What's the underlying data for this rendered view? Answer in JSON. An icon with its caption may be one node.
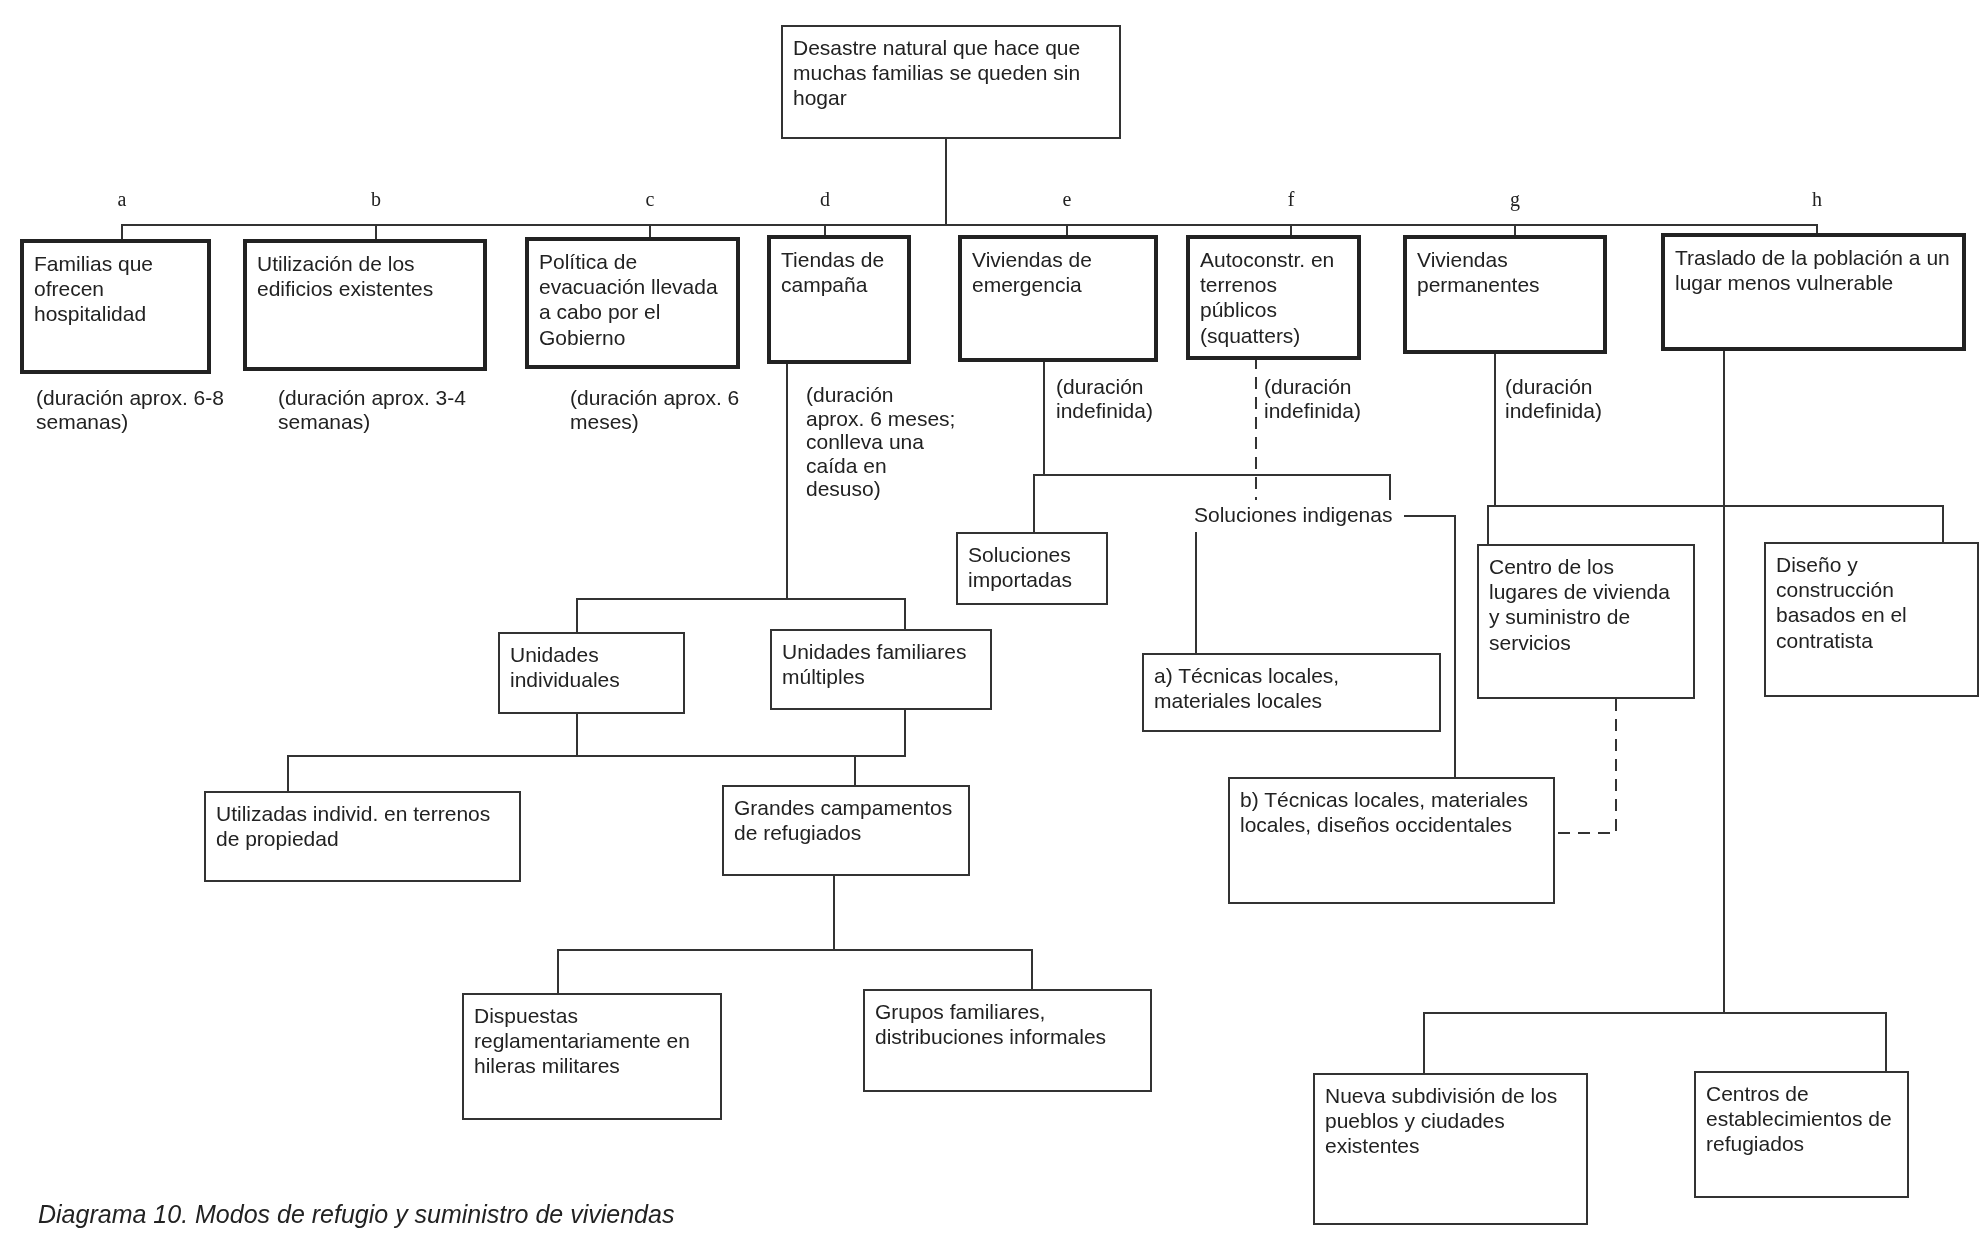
{
  "diagram": {
    "caption": "Diagrama 10. Modos de refugio y suministro de viviendas",
    "nodes": [
      {
        "text": [
          "Desastre natural que hace que muchas familias se queden sin hogar"
        ]
      },
      {
        "text": [
          "Familias que ofrecen hospitalidad"
        ],
        "beside": [
          "(duración aprox. 6-8 semanas)"
        ]
      },
      {
        "text": [
          "Utilización de los edificios existentes"
        ],
        "beside": [
          "(duración aprox. 3-4 semanas)"
        ]
      },
      {
        "text": [
          "Política de evacuación llevada a cabo por el Gobierno"
        ],
        "beside": [
          "(duración aprox. 6 meses)"
        ]
      },
      {
        "text": [
          "Tiendas de campaña"
        ],
        "beside": [
          "(duración aprox. 6 meses; conlleva una caída en desuso)"
        ]
      },
      {
        "text": [
          "Viviendas de emergencia"
        ],
        "beside": [
          "(duración indefinida)"
        ]
      },
      {
        "text": [
          "Autoconstr. en terrenos públicos (squatters)"
        ],
        "beside": [
          "(duración indefinida)"
        ]
      },
      {
        "text": [
          "Viviendas permanentes"
        ],
        "beside": [
          "(duración indefinida)"
        ]
      },
      {
        "text": [
          "Traslado de la población a un lugar menos vulnerable"
        ]
      },
      {
        "text": [
          "Soluciones importadas"
        ]
      },
      {
        "text": [
          "Soluciones indigenas"
        ]
      },
      {
        "text": [
          "Unidades individuales"
        ]
      },
      {
        "text": [
          "Unidades familiares múltiples"
        ]
      },
      {
        "text": [
          "Utilizadas individ. en terrenos de propiedad"
        ]
      },
      {
        "text": [
          "Grandes campamentos de refugiados"
        ]
      },
      {
        "text": [
          "a) Técnicas locales, materiales locales"
        ]
      },
      {
        "text": [
          "b) Técnicas locales, materiales locales, diseños occidentales"
        ]
      },
      {
        "text": [
          "Centro de los lugares de vivienda y suministro de servicios"
        ]
      },
      {
        "text": [
          "Diseño y construcción basados en el contratista"
        ]
      },
      {
        "text": [
          "Dispuestas reglamentariamente en hileras militares"
        ]
      },
      {
        "text": [
          "Grupos familiares, distribuciones informales"
        ]
      },
      {
        "text": [
          "Nueva subdivisión de los pueblos y ciudades existentes"
        ]
      },
      {
        "text": [
          "Centros de establecimientos de refugiados"
        ]
      }
    ],
    "edges": [
      {
        "from": 0,
        "to": 1,
        "arrow": "none"
      },
      {
        "from": 0,
        "to": 2,
        "arrow": "none"
      },
      {
        "from": 0,
        "to": 3,
        "arrow": "none"
      },
      {
        "from": 0,
        "to": 4,
        "arrow": "none"
      },
      {
        "from": 0,
        "to": 5,
        "arrow": "none"
      },
      {
        "from": 0,
        "to": 6,
        "arrow": "none"
      },
      {
        "from": 0,
        "to": 7,
        "arrow": "none"
      },
      {
        "from": 0,
        "to": 8,
        "arrow": "none"
      },
      {
        "from": 5,
        "to": 9,
        "arrow": "none"
      },
      {
        "from": 5,
        "to": 10,
        "arrow": "none"
      },
      {
        "from": 6,
        "to": 10,
        "arrow": "none",
        "style": "dashed"
      },
      {
        "from": 10,
        "to": 15,
        "arrow": "none"
      },
      {
        "from": 10,
        "to": 16,
        "arrow": "none"
      },
      {
        "from": 7,
        "to": 17,
        "arrow": "none"
      },
      {
        "from": 7,
        "to": 18,
        "arrow": "none"
      },
      {
        "from": 17,
        "to": 16,
        "arrow": "none",
        "style": "dashed"
      },
      {
        "from": 4,
        "to": 11,
        "arrow": "none"
      },
      {
        "from": 4,
        "to": 12,
        "arrow": "none"
      },
      {
        "from": 11,
        "to": 13,
        "arrow": "none"
      },
      {
        "from": 11,
        "to": 14,
        "arrow": "none"
      },
      {
        "from": 12,
        "to": 13,
        "arrow": "none"
      },
      {
        "from": 12,
        "to": 14,
        "arrow": "none"
      },
      {
        "from": 14,
        "to": 19,
        "arrow": "none"
      },
      {
        "from": 14,
        "to": 20,
        "arrow": "none"
      },
      {
        "from": 8,
        "to": 21,
        "arrow": "none"
      },
      {
        "from": 8,
        "to": 22,
        "arrow": "none"
      }
    ],
    "labels": [
      "a",
      "b",
      "c",
      "d",
      "e",
      "f",
      "g",
      "h"
    ]
  }
}
